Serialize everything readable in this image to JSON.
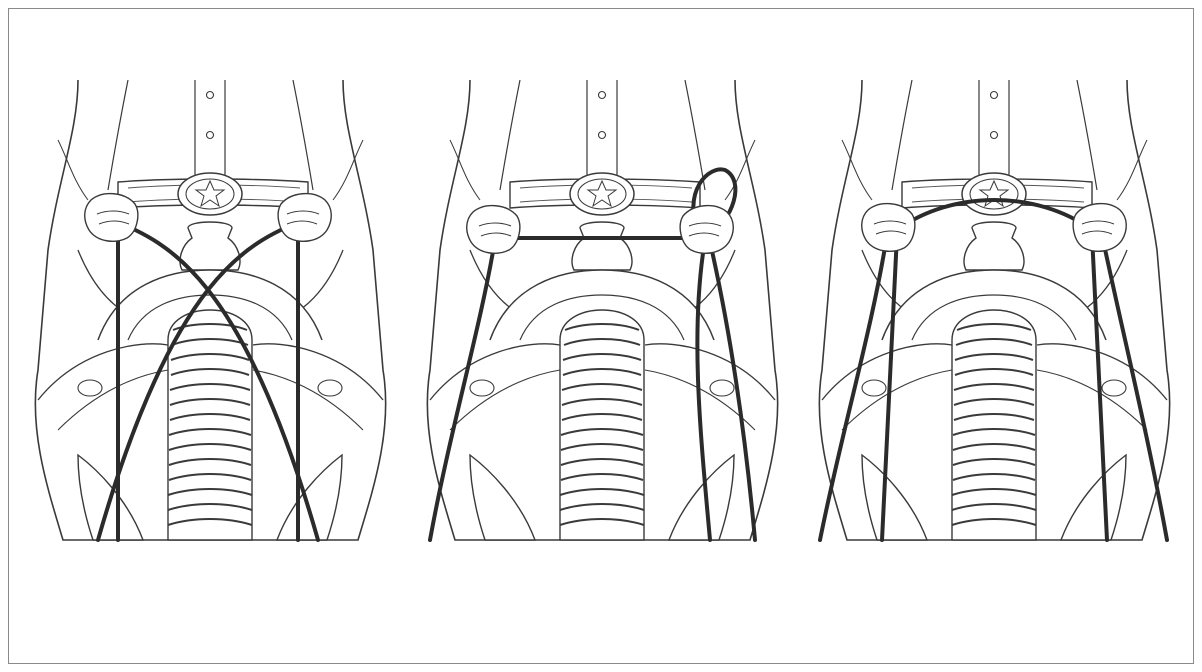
{
  "figure": {
    "panels": [
      {
        "id": "crossed-reins",
        "rein_style": "crossed"
      },
      {
        "id": "looped-rein",
        "rein_style": "single-loop"
      },
      {
        "id": "bridged-rein",
        "rein_style": "bridge"
      }
    ],
    "colors": {
      "outline": "#3a3a3a",
      "rein": "#2b2b2b",
      "fill": "#ffffff",
      "frame": "#8a8a8a"
    }
  }
}
